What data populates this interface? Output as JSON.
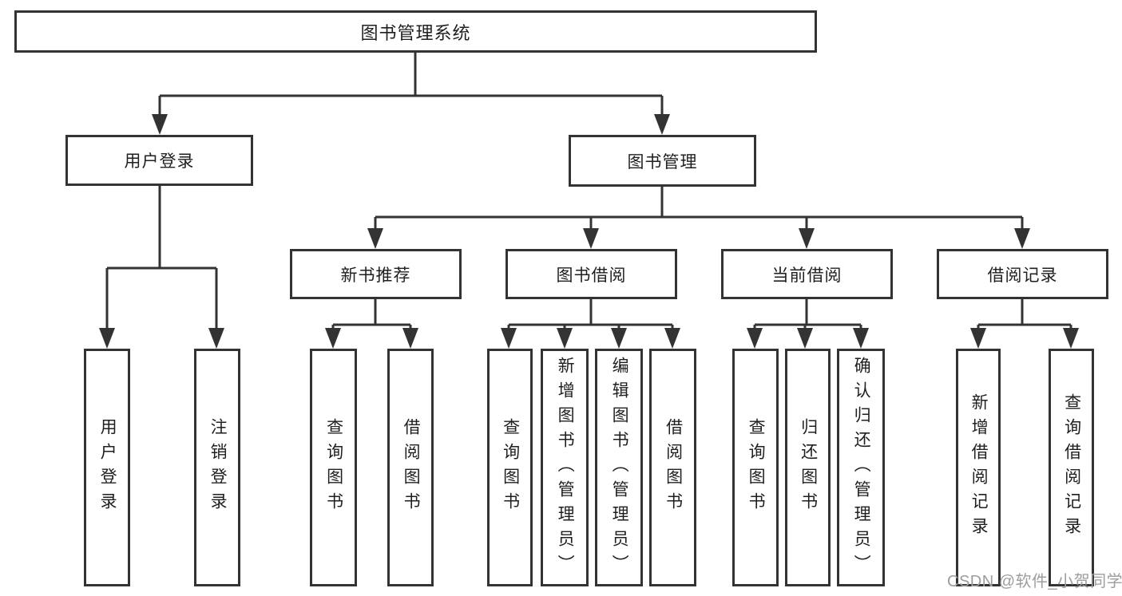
{
  "diagram": {
    "title": "图书管理系统",
    "branches": [
      {
        "label": "用户登录",
        "children": [
          {
            "label": "用户登录"
          },
          {
            "label": "注销登录"
          }
        ]
      },
      {
        "label": "图书管理",
        "children": [
          {
            "label": "新书推荐",
            "children": [
              {
                "label": "查询图书"
              },
              {
                "label": "借阅图书"
              }
            ]
          },
          {
            "label": "图书借阅",
            "children": [
              {
                "label": "查询图书"
              },
              {
                "label": "新增图书（管理员）"
              },
              {
                "label": "编辑图书（管理员）"
              },
              {
                "label": "借阅图书"
              }
            ]
          },
          {
            "label": "当前借阅",
            "children": [
              {
                "label": "查询图书"
              },
              {
                "label": "归还图书"
              },
              {
                "label": "确认归还（管理员）"
              }
            ]
          },
          {
            "label": "借阅记录",
            "children": [
              {
                "label": "新增借阅记录"
              },
              {
                "label": "查询借阅记录"
              }
            ]
          }
        ]
      }
    ]
  },
  "watermark": {
    "text": "CSDN @软件_小贺同学"
  },
  "colors": {
    "line": "#333333",
    "text": "#1f1f1f",
    "watermark": "#9d9d9d",
    "background": "#ffffff"
  }
}
